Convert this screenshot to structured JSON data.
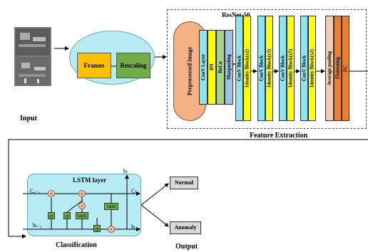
{
  "input": {
    "label": "Input"
  },
  "preprocess": {
    "frames": "Frames",
    "rescaling": "Rescaling"
  },
  "feature": {
    "title": "ResNet-50",
    "caption": "Feature Extraction",
    "preprocessed_image": "Preprocessed Image",
    "stem_layers": [
      "ConV Layer",
      "BN",
      "ReLu",
      "Maxpooling"
    ],
    "stages": [
      {
        "conv": "ConV Block",
        "identity": "Identity Block(x2)"
      },
      {
        "conv": "ConV Block",
        "identity": "Identity Block(x3)"
      },
      {
        "conv": "ConV Block",
        "identity": "Identity Block(x5)"
      },
      {
        "conv": "ConV Block",
        "identity": "Identity Block(x2)"
      }
    ],
    "head_layers": [
      "Average pooling",
      "Flattening",
      "FC"
    ]
  },
  "lstm": {
    "title": "LSTM layer",
    "c_prev": "Cₑ₋₁",
    "c_next": "Cₜ",
    "h_prev": "hₜ₋₁",
    "h_top": "hₜ",
    "h_next": "hₜ",
    "sigma": "σ",
    "tanh": "tanh",
    "times": "×",
    "plus": "+",
    "caption": "Classification"
  },
  "output": {
    "normal": "Normal",
    "anomaly": "Anomaly",
    "caption": "Output"
  },
  "colors": {
    "frames": "#ffc000",
    "rescaling": "#70ad47",
    "ellipse": "#b8ecf4",
    "preprocessed": "#f4b183",
    "conv_layer": "#8ee3ef",
    "bn": "#ffff00",
    "relu": "#a9d18e",
    "maxpool": "#9dc3e6",
    "conv_block": "#8ee3ef",
    "identity_block": "#ffff00",
    "avgpool": "#f8cbad",
    "flatten": "#ed7d31",
    "fc": "#ed7d31",
    "lstm_bg": "#b8ecf4",
    "gate": "#70ad47",
    "op": "#f8cbad",
    "output_box": "#d9d9d9"
  }
}
